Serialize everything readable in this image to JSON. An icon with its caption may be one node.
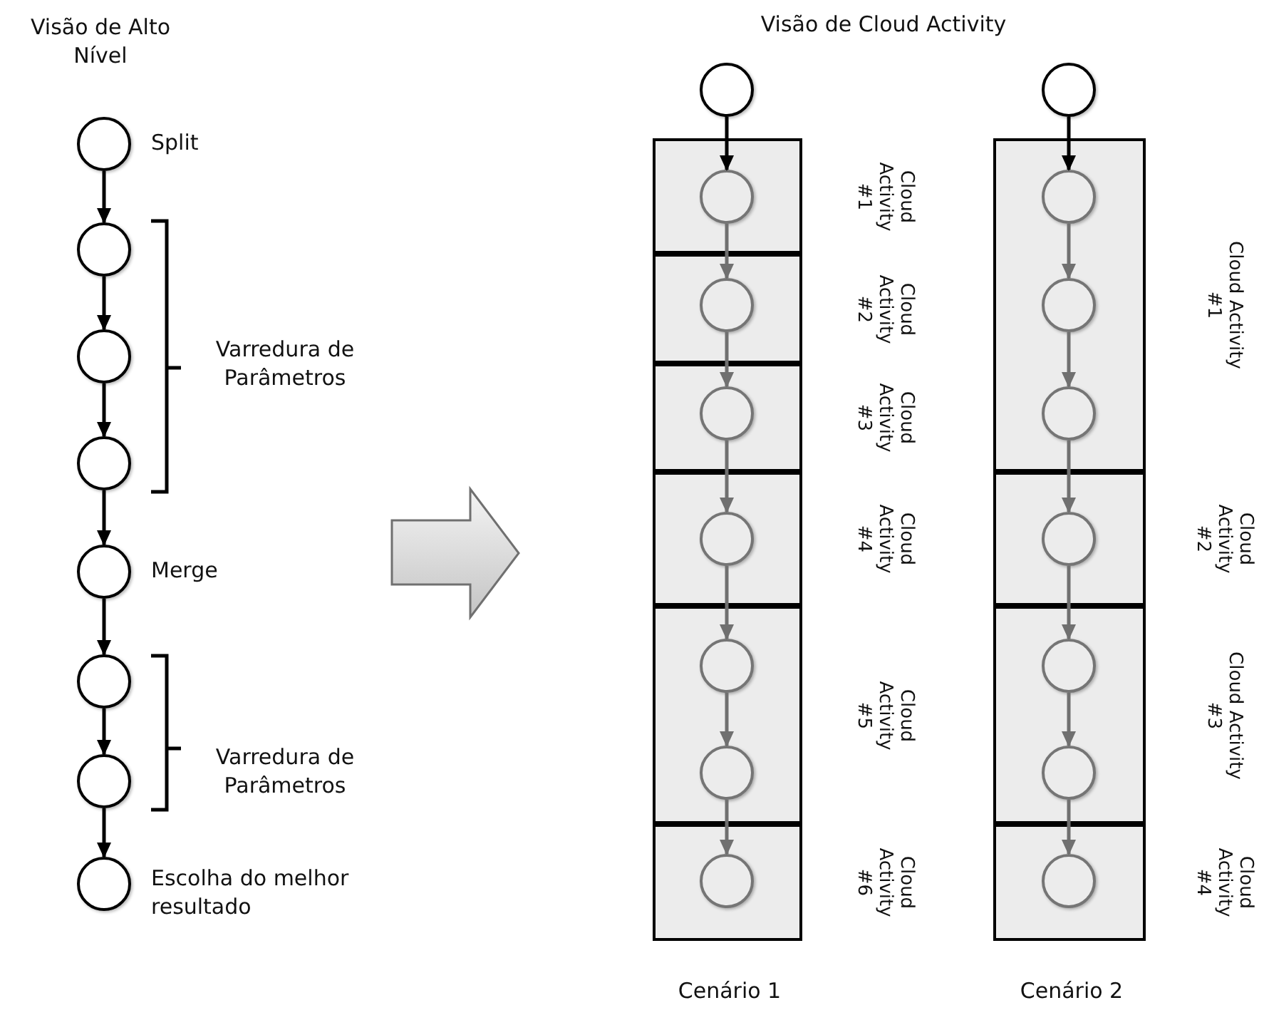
{
  "diagram": {
    "nodes": [
      {
        "text": [],
        "shape": "circle",
        "beside": [
          "Split"
        ]
      },
      {
        "text": [],
        "shape": "circle"
      },
      {
        "text": [],
        "shape": "circle"
      },
      {
        "text": [],
        "shape": "circle"
      },
      {
        "text": [],
        "shape": "circle",
        "beside": [
          "Merge"
        ]
      },
      {
        "text": [],
        "shape": "circle"
      },
      {
        "text": [],
        "shape": "circle"
      },
      {
        "text": [],
        "shape": "circle",
        "beside": [
          "Escolha do melhor resultado"
        ]
      },
      {
        "text": [],
        "shape": "circle"
      },
      {
        "text": [],
        "shape": "box",
        "beside": [
          "Cloud Activity #1"
        ]
      },
      {
        "text": [],
        "shape": "circle",
        "in": 9
      },
      {
        "text": [],
        "shape": "box",
        "beside": [
          "Cloud Activity #2"
        ]
      },
      {
        "text": [],
        "shape": "circle",
        "in": 11
      },
      {
        "text": [],
        "shape": "box",
        "beside": [
          "Cloud Activity #3"
        ]
      },
      {
        "text": [],
        "shape": "circle",
        "in": 13
      },
      {
        "text": [],
        "shape": "box",
        "beside": [
          "Cloud Activity #4"
        ]
      },
      {
        "text": [],
        "shape": "circle",
        "in": 15
      },
      {
        "text": [],
        "shape": "box",
        "beside": [
          "Cloud Activity #5"
        ]
      },
      {
        "text": [],
        "shape": "circle",
        "in": 17
      },
      {
        "text": [],
        "shape": "circle",
        "in": 17
      },
      {
        "text": [],
        "shape": "box",
        "beside": [
          "Cloud Activity #6"
        ]
      },
      {
        "text": [],
        "shape": "circle",
        "in": 20
      },
      {
        "text": [],
        "shape": "circle"
      },
      {
        "text": [],
        "shape": "box",
        "beside": [
          "Cloud Activity #1"
        ]
      },
      {
        "text": [],
        "shape": "circle",
        "in": 23
      },
      {
        "text": [],
        "shape": "circle",
        "in": 23
      },
      {
        "text": [],
        "shape": "circle",
        "in": 23
      },
      {
        "text": [],
        "shape": "box",
        "beside": [
          "Cloud Activity #2"
        ]
      },
      {
        "text": [],
        "shape": "circle",
        "in": 27
      },
      {
        "text": [],
        "shape": "box",
        "beside": [
          "Cloud Activity #3"
        ]
      },
      {
        "text": [],
        "shape": "circle",
        "in": 29
      },
      {
        "text": [],
        "shape": "circle",
        "in": 29
      },
      {
        "text": [],
        "shape": "box",
        "beside": [
          "Cloud Activity #4"
        ]
      },
      {
        "text": [],
        "shape": "circle",
        "in": 32
      }
    ],
    "edges": [
      {
        "from": 0,
        "to": 1,
        "arrow": "to",
        "color": "#000000"
      },
      {
        "from": 1,
        "to": 2,
        "arrow": "to",
        "color": "#000000"
      },
      {
        "from": 2,
        "to": 3,
        "arrow": "to",
        "color": "#000000"
      },
      {
        "from": 3,
        "to": 4,
        "arrow": "to",
        "color": "#000000"
      },
      {
        "from": 4,
        "to": 5,
        "arrow": "to",
        "color": "#000000"
      },
      {
        "from": 5,
        "to": 6,
        "arrow": "to",
        "color": "#000000"
      },
      {
        "from": 6,
        "to": 7,
        "arrow": "to",
        "color": "#000000"
      },
      {
        "from": 8,
        "to": 10,
        "arrow": "to",
        "color": "#000000"
      },
      {
        "from": 10,
        "to": 12,
        "arrow": "to"
      },
      {
        "from": 12,
        "to": 14,
        "arrow": "to"
      },
      {
        "from": 14,
        "to": 16,
        "arrow": "to"
      },
      {
        "from": 16,
        "to": 18,
        "arrow": "to"
      },
      {
        "from": 18,
        "to": 19,
        "arrow": "to"
      },
      {
        "from": 19,
        "to": 21,
        "arrow": "to"
      },
      {
        "from": 22,
        "to": 24,
        "arrow": "to",
        "color": "#000000"
      },
      {
        "from": 24,
        "to": 25,
        "arrow": "to"
      },
      {
        "from": 25,
        "to": 26,
        "arrow": "to"
      },
      {
        "from": 26,
        "to": 28,
        "arrow": "to"
      },
      {
        "from": 28,
        "to": 30,
        "arrow": "to"
      },
      {
        "from": 30,
        "to": 31,
        "arrow": "to"
      },
      {
        "from": 31,
        "to": 33,
        "arrow": "to"
      }
    ],
    "labels": [
      "Visão de Alto Nível",
      "Visão de Cloud Activity",
      "Varredura de Parâmetros",
      "Varredura de Parâmetros",
      "Cenário 1",
      "Cenário 2"
    ]
  }
}
